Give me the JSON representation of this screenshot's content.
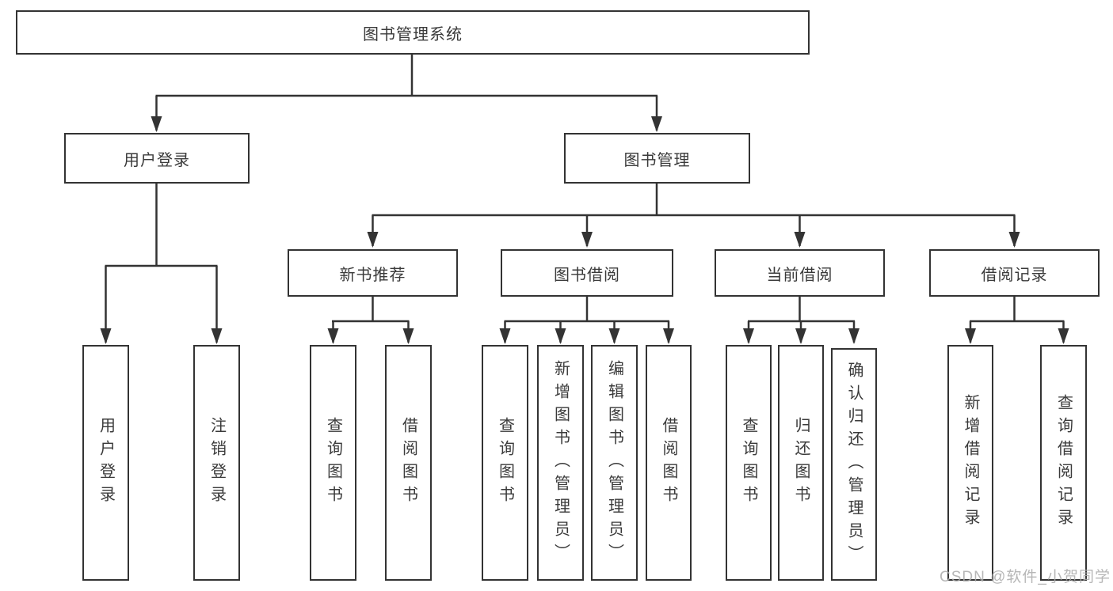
{
  "diagram_title": "图书管理系统",
  "tree": {
    "root": "图书管理系统",
    "level1": [
      {
        "label": "用户登录",
        "children": [
          {
            "label": "用户登录"
          },
          {
            "label": "注销登录"
          }
        ]
      },
      {
        "label": "图书管理",
        "children": [
          {
            "label": "新书推荐",
            "children": [
              {
                "label": "查询图书"
              },
              {
                "label": "借阅图书"
              }
            ]
          },
          {
            "label": "图书借阅",
            "children": [
              {
                "label": "查询图书"
              },
              {
                "label": "新增图书（管理员）"
              },
              {
                "label": "编辑图书（管理员）"
              },
              {
                "label": "借阅图书"
              }
            ]
          },
          {
            "label": "当前借阅",
            "children": [
              {
                "label": "查询图书"
              },
              {
                "label": "归还图书"
              },
              {
                "label": "确认归还（管理员）"
              }
            ]
          },
          {
            "label": "借阅记录",
            "children": [
              {
                "label": "新增借阅记录"
              },
              {
                "label": "查询借阅记录"
              }
            ]
          }
        ]
      }
    ]
  },
  "watermark": {
    "text": "CSDN @软件_小贺同学"
  },
  "colors": {
    "line": "#333333",
    "box_border": "#333333",
    "text": "#3a3a3a",
    "background": "#ffffff",
    "watermark": "#aaaaaa"
  }
}
